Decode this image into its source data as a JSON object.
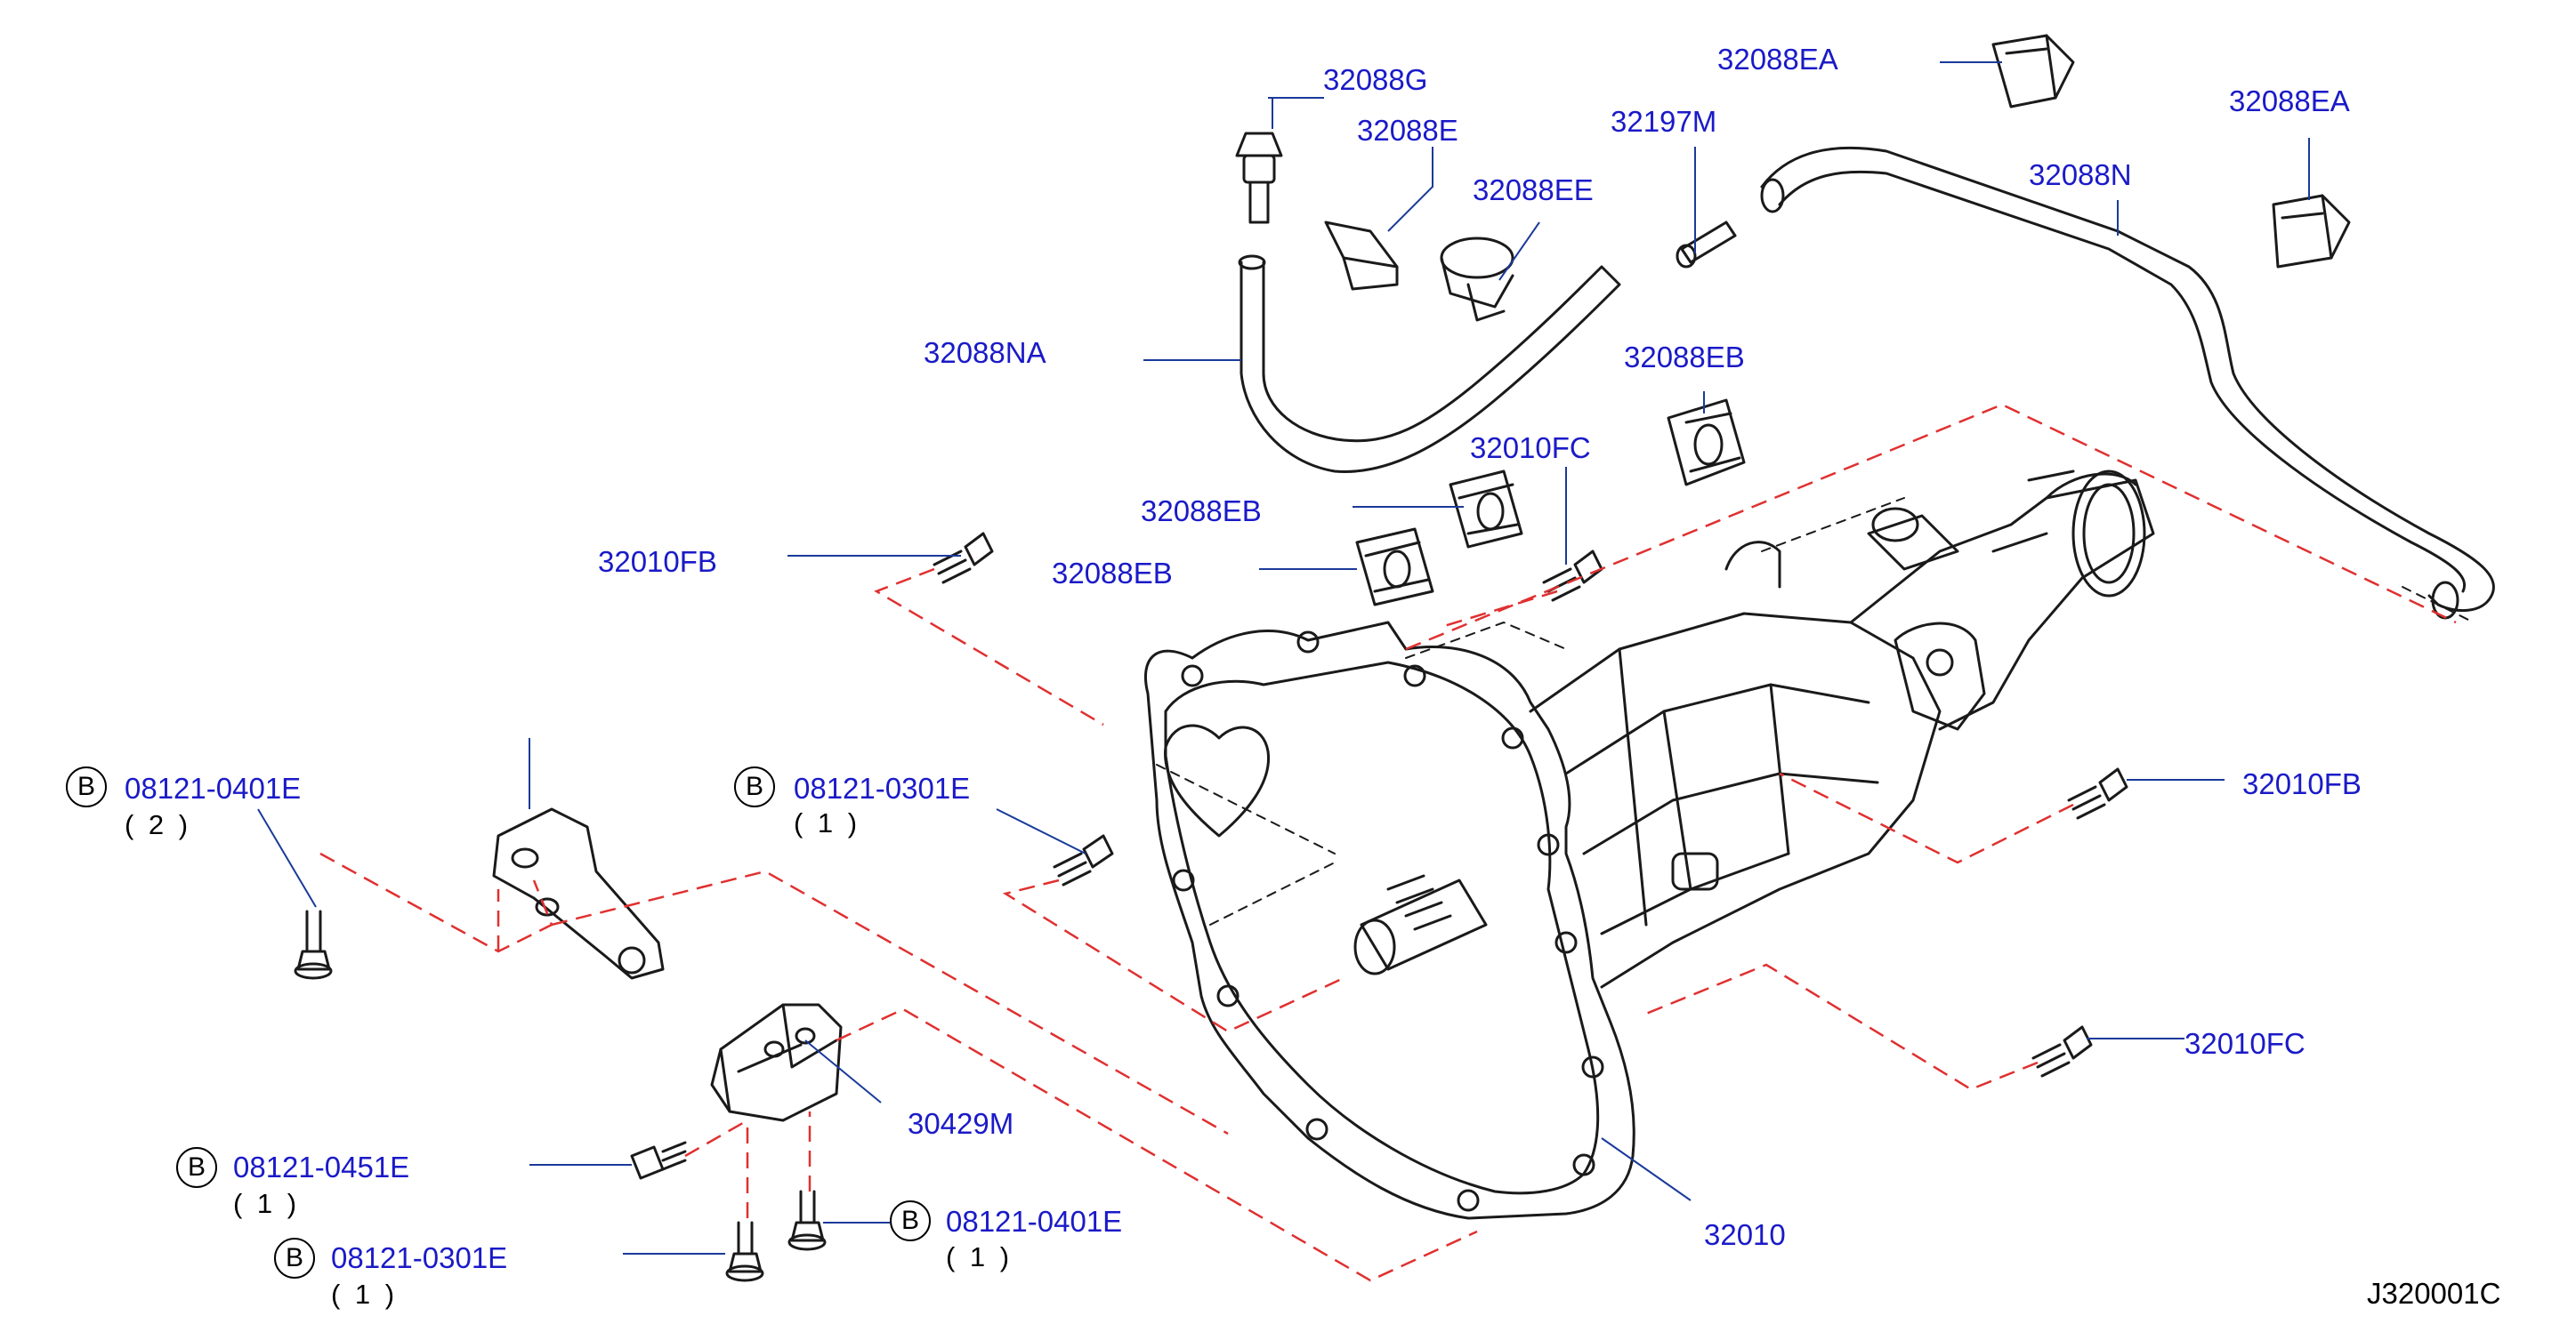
{
  "diagram": {
    "code": "J320001C",
    "accent_color": "#1a1ac8",
    "leader_color": "#1a3a9a",
    "dash_color": "#e03030",
    "parts": [
      {
        "id": "p_32088G",
        "label": "32088G"
      },
      {
        "id": "p_32088E",
        "label": "32088E"
      },
      {
        "id": "p_32088EE",
        "label": "32088EE"
      },
      {
        "id": "p_32197M",
        "label": "32197M"
      },
      {
        "id": "p_32088EA_1",
        "label": "32088EA"
      },
      {
        "id": "p_32088EA_2",
        "label": "32088EA"
      },
      {
        "id": "p_32088N",
        "label": "32088N"
      },
      {
        "id": "p_32088NA",
        "label": "32088NA"
      },
      {
        "id": "p_32088EB_1",
        "label": "32088EB"
      },
      {
        "id": "p_32010FC_1",
        "label": "32010FC"
      },
      {
        "id": "p_32088EB_2",
        "label": "32088EB"
      },
      {
        "id": "p_32088EB_3",
        "label": "32088EB"
      },
      {
        "id": "p_32010FB_1",
        "label": "32010FB"
      },
      {
        "id": "p_32010FB_2",
        "label": "32010FB"
      },
      {
        "id": "p_32010FC_2",
        "label": "32010FC"
      },
      {
        "id": "p_30429M",
        "label": "30429M"
      },
      {
        "id": "p_32010",
        "label": "32010"
      }
    ],
    "bolts": [
      {
        "id": "b1",
        "badge": "B",
        "label": "08121-0401E",
        "qty": "( 2 )"
      },
      {
        "id": "b2",
        "badge": "B",
        "label": "08121-0301E",
        "qty": "( 1 )"
      },
      {
        "id": "b3",
        "badge": "B",
        "label": "08121-0451E",
        "qty": "( 1 )"
      },
      {
        "id": "b4",
        "badge": "B",
        "label": "08121-0401E",
        "qty": "( 1 )"
      },
      {
        "id": "b5",
        "badge": "B",
        "label": "08121-0301E",
        "qty": "( 1 )"
      }
    ]
  }
}
